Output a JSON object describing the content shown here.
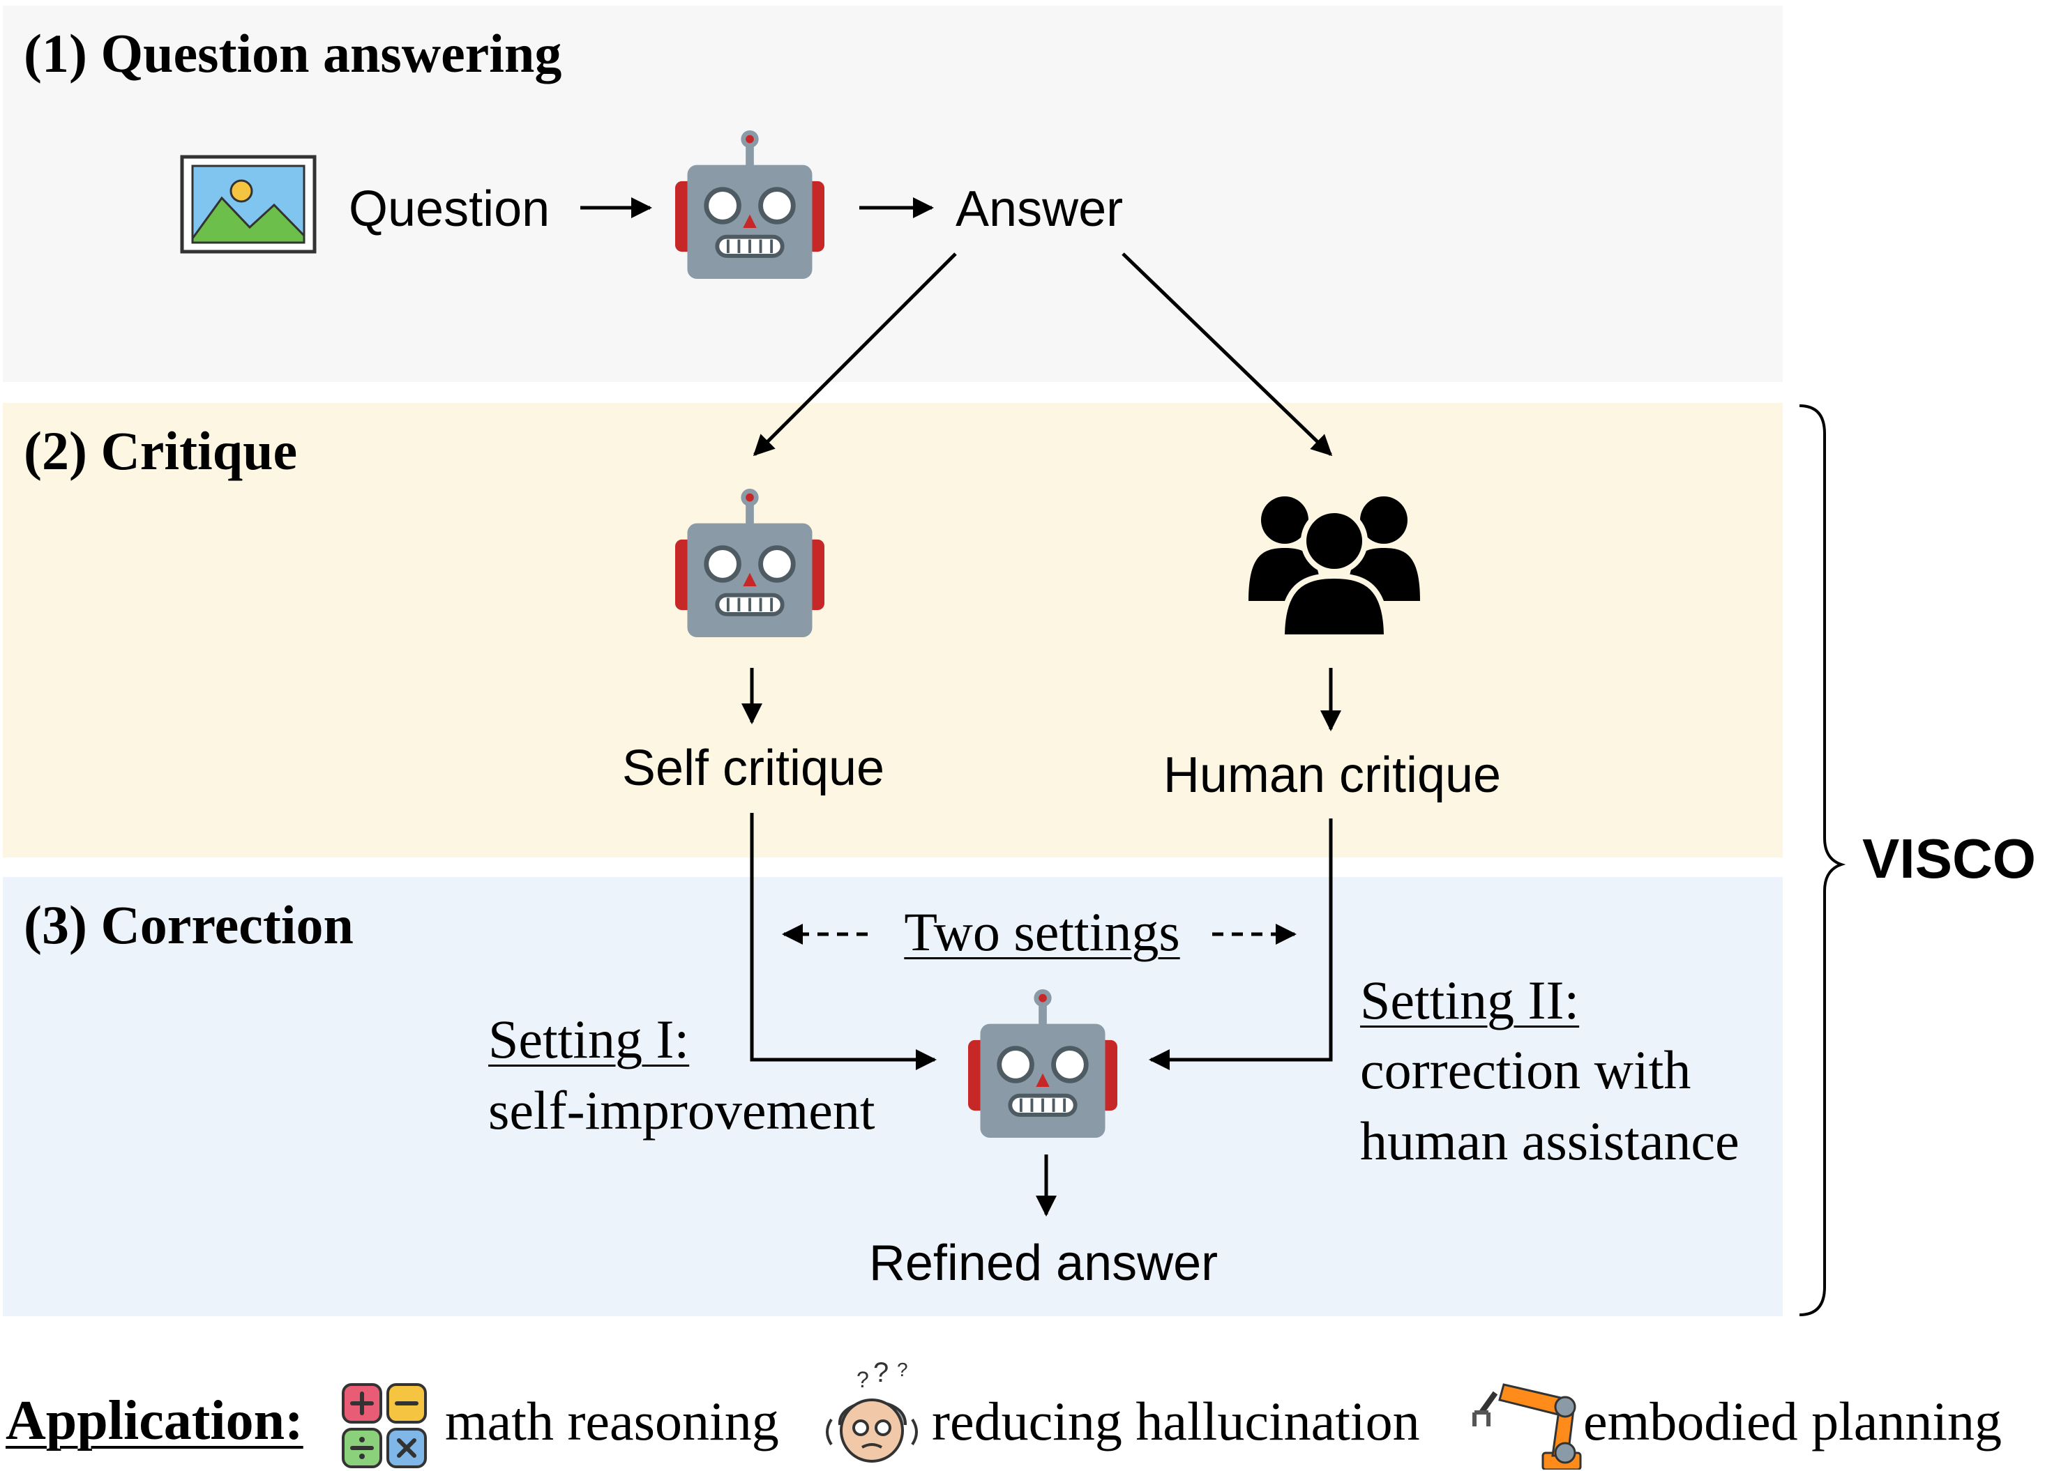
{
  "sections": {
    "qa_title": "(1) Question answering",
    "critique_title": "(2) Critique",
    "correction_title": "(3) Correction"
  },
  "labels": {
    "question": "Question",
    "answer": "Answer",
    "self_critique": "Self critique",
    "human_critique": "Human critique",
    "two_settings": "Two settings",
    "setting1_title": "Setting I:",
    "setting1_desc": "self-improvement",
    "setting2_title": "Setting II:",
    "setting2_line1": "correction with",
    "setting2_line2": "human assistance",
    "refined_answer": "Refined answer",
    "visco": "VISCO"
  },
  "application": {
    "label": "Application:",
    "items": [
      "math reasoning",
      "reducing hallucination",
      "embodied planning"
    ]
  },
  "icons": [
    "image-icon",
    "robot-icon",
    "people-icon",
    "calculator-icon",
    "confused-face-icon",
    "robot-arm-icon"
  ],
  "colors": {
    "robot_body": "#8a9aa6",
    "robot_ears": "#c62828",
    "qa_band": "#f7f7f8",
    "critique_band": "#fdf6e3",
    "correction_band": "#edf3fa"
  }
}
